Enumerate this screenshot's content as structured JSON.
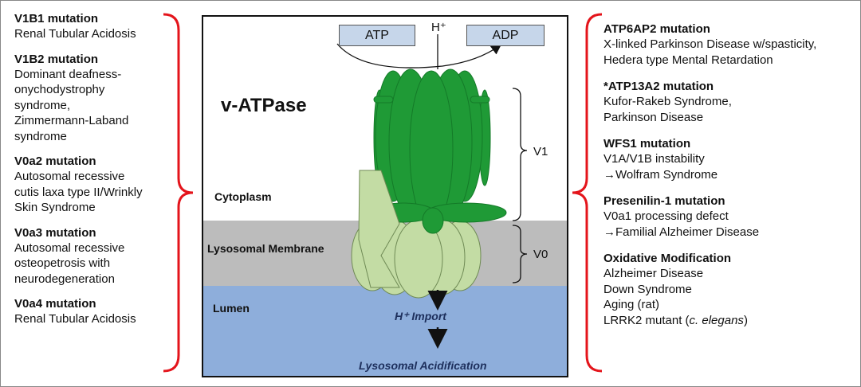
{
  "left_entries": [
    {
      "title": "V1B1 mutation",
      "lines": [
        "Renal Tubular Acidosis"
      ]
    },
    {
      "title": "V1B2 mutation",
      "lines": [
        "Dominant deafness-",
        "onychodystrophy",
        "syndrome,",
        "Zimmermann-Laband",
        "syndrome"
      ]
    },
    {
      "title": "V0a2 mutation",
      "lines": [
        "Autosomal recessive",
        "cutis laxa type II/Wrinkly",
        "Skin Syndrome"
      ]
    },
    {
      "title": "V0a3 mutation",
      "lines": [
        "Autosomal recessive",
        "osteopetrosis with",
        "neurodegeneration"
      ]
    },
    {
      "title": "V0a4 mutation",
      "lines": [
        "Renal Tubular Acidosis"
      ]
    }
  ],
  "right_entries": [
    {
      "title": "ATP6AP2 mutation",
      "lines": [
        "X-linked Parkinson Disease w/spasticity,",
        "Hedera type Mental Retardation"
      ]
    },
    {
      "title": "*ATP13A2 mutation",
      "lines": [
        "Kufor-Rakeb Syndrome,",
        "Parkinson Disease"
      ]
    },
    {
      "title": "WFS1 mutation",
      "lines": [
        "V1A/V1B instability",
        "→Wolfram Syndrome"
      ]
    },
    {
      "title": "Presenilin-1 mutation",
      "lines": [
        "V0a1 processing defect",
        "→Familial Alzheimer Disease"
      ]
    },
    {
      "title": "Oxidative Modification",
      "lines": [
        "Alzheimer Disease",
        "Down Syndrome",
        "Aging (rat)",
        "LRRK2 mutant (c. elegans)"
      ]
    }
  ],
  "diagram": {
    "title": "v-ATPase",
    "atp_label": "ATP",
    "adp_label": "ADP",
    "proton_label": "H⁺",
    "v1_label": "V1",
    "v0_label": "V0",
    "cytoplasm_label": "Cytoplasm",
    "membrane_label": "Lysosomal Membrane",
    "lumen_label": "Lumen",
    "import_label": "H⁺ Import",
    "acidification_label": "Lysosomal Acidification"
  },
  "colors": {
    "bracket_red": "#e4141b",
    "v1_green": "#1f9a36",
    "v0_green": "#c3dca4",
    "membrane_gray": "#bcbcbc",
    "lumen_blue": "#8eaedb",
    "box_blue": "#c6d6ea"
  }
}
